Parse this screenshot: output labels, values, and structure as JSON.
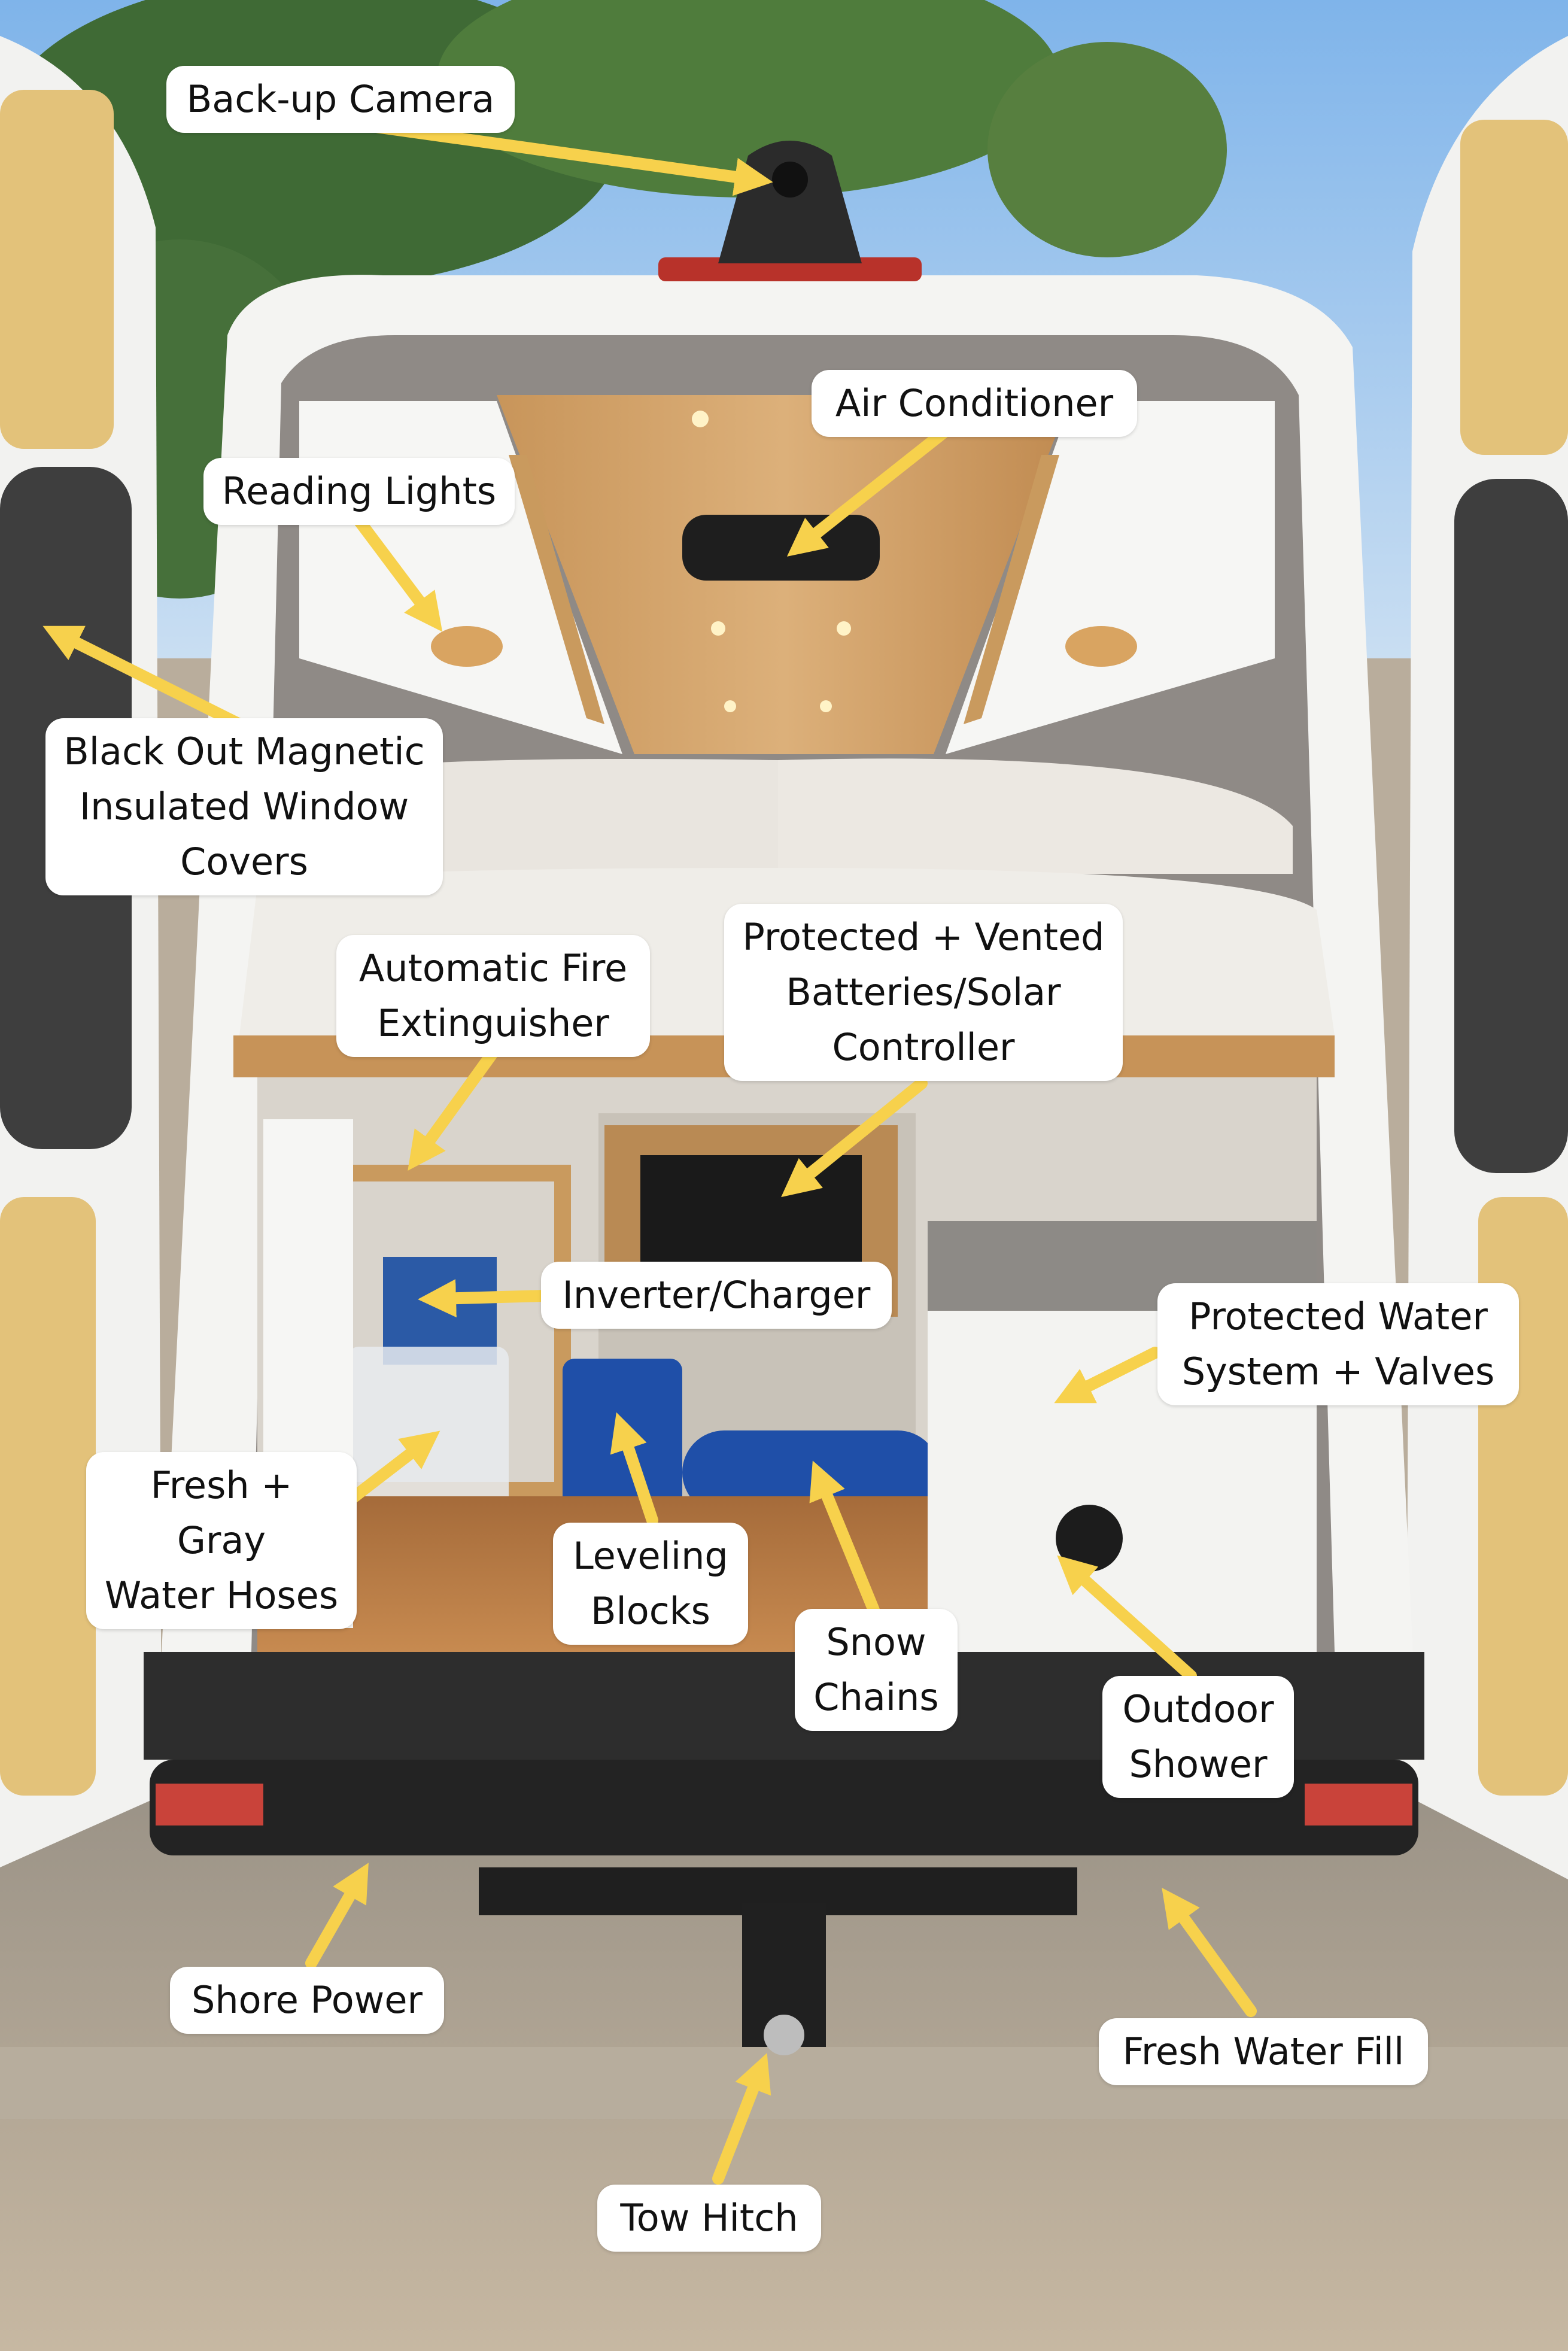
{
  "labels": {
    "backup_camera": "Back-up Camera",
    "air_conditioner": "Air Conditioner",
    "reading_lights": "Reading Lights",
    "window_covers": "Black Out Magnetic\nInsulated Window\nCovers",
    "fire_extinguisher": "Automatic Fire\nExtinguisher",
    "batteries": "Protected + Vented\nBatteries/Solar\nController",
    "inverter": "Inverter/Charger",
    "water_system": "Protected Water\nSystem + Valves",
    "hoses": "Fresh + Gray\nWater Hoses",
    "leveling_blocks": "Leveling\nBlocks",
    "snow_chains": "Snow\nChains",
    "outdoor_shower": "Outdoor\nShower",
    "shore_power": "Shore Power",
    "fresh_water_fill": "Fresh Water Fill",
    "tow_hitch": "Tow Hitch"
  },
  "colors": {
    "arrow": "#f7d14c",
    "label_bg": "#ffffff",
    "label_text": "#111111"
  }
}
